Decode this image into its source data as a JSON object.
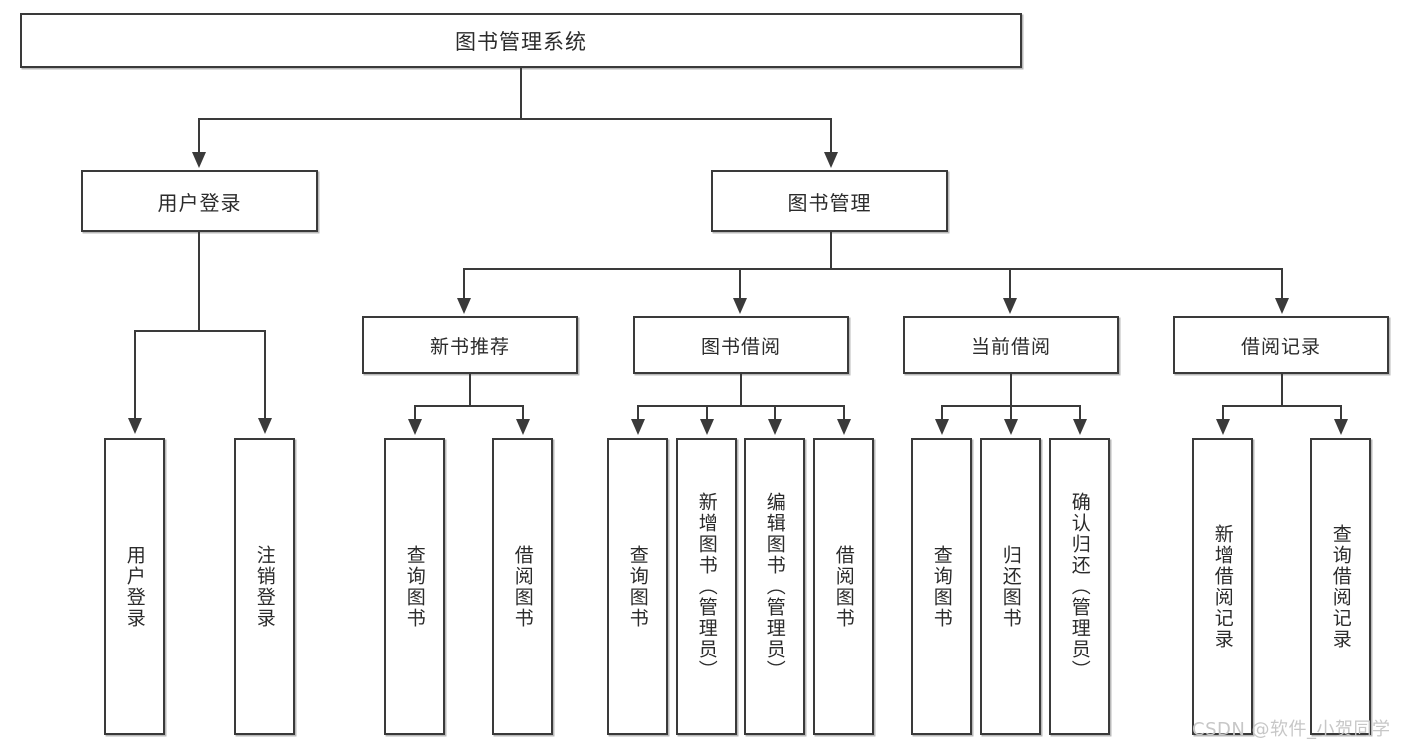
{
  "diagram": {
    "type": "tree-hierarchy",
    "title": "图书管理系统",
    "watermark": "CSDN @软件_小贺同学",
    "colors": {
      "box_border": "#3a3a3a",
      "box_fill": "#ffffff",
      "text": "#2b2b2b",
      "connector": "#3a3a3a",
      "watermark": "#c7c7c7",
      "background": "#ffffff"
    },
    "root": {
      "label": "图书管理系统"
    },
    "level2": [
      {
        "id": "user-login",
        "label": "用户登录"
      },
      {
        "id": "book-manage",
        "label": "图书管理"
      }
    ],
    "level3": [
      {
        "id": "new-book-recommend",
        "label": "新书推荐",
        "parent": "book-manage"
      },
      {
        "id": "book-borrow",
        "label": "图书借阅",
        "parent": "book-manage"
      },
      {
        "id": "current-borrow",
        "label": "当前借阅",
        "parent": "book-manage"
      },
      {
        "id": "borrow-record",
        "label": "借阅记录",
        "parent": "book-manage"
      }
    ],
    "leaves": {
      "user-login": [
        {
          "id": "leaf-user-login",
          "label": "用户登录"
        },
        {
          "id": "leaf-user-logout",
          "label": "注销登录"
        }
      ],
      "new-book-recommend": [
        {
          "id": "leaf-query-book-1",
          "label": "查询图书"
        },
        {
          "id": "leaf-borrow-book-1",
          "label": "借阅图书"
        }
      ],
      "book-borrow": [
        {
          "id": "leaf-query-book-2",
          "label": "查询图书"
        },
        {
          "id": "leaf-add-book",
          "label": "新增图书（管理员）"
        },
        {
          "id": "leaf-edit-book",
          "label": "编辑图书（管理员）"
        },
        {
          "id": "leaf-borrow-book-2",
          "label": "借阅图书"
        }
      ],
      "current-borrow": [
        {
          "id": "leaf-query-book-3",
          "label": "查询图书"
        },
        {
          "id": "leaf-return-book",
          "label": "归还图书"
        },
        {
          "id": "leaf-confirm-return",
          "label": "确认归还（管理员）"
        }
      ],
      "borrow-record": [
        {
          "id": "leaf-add-record",
          "label": "新增借阅记录"
        },
        {
          "id": "leaf-query-record",
          "label": "查询借阅记录"
        }
      ]
    }
  }
}
